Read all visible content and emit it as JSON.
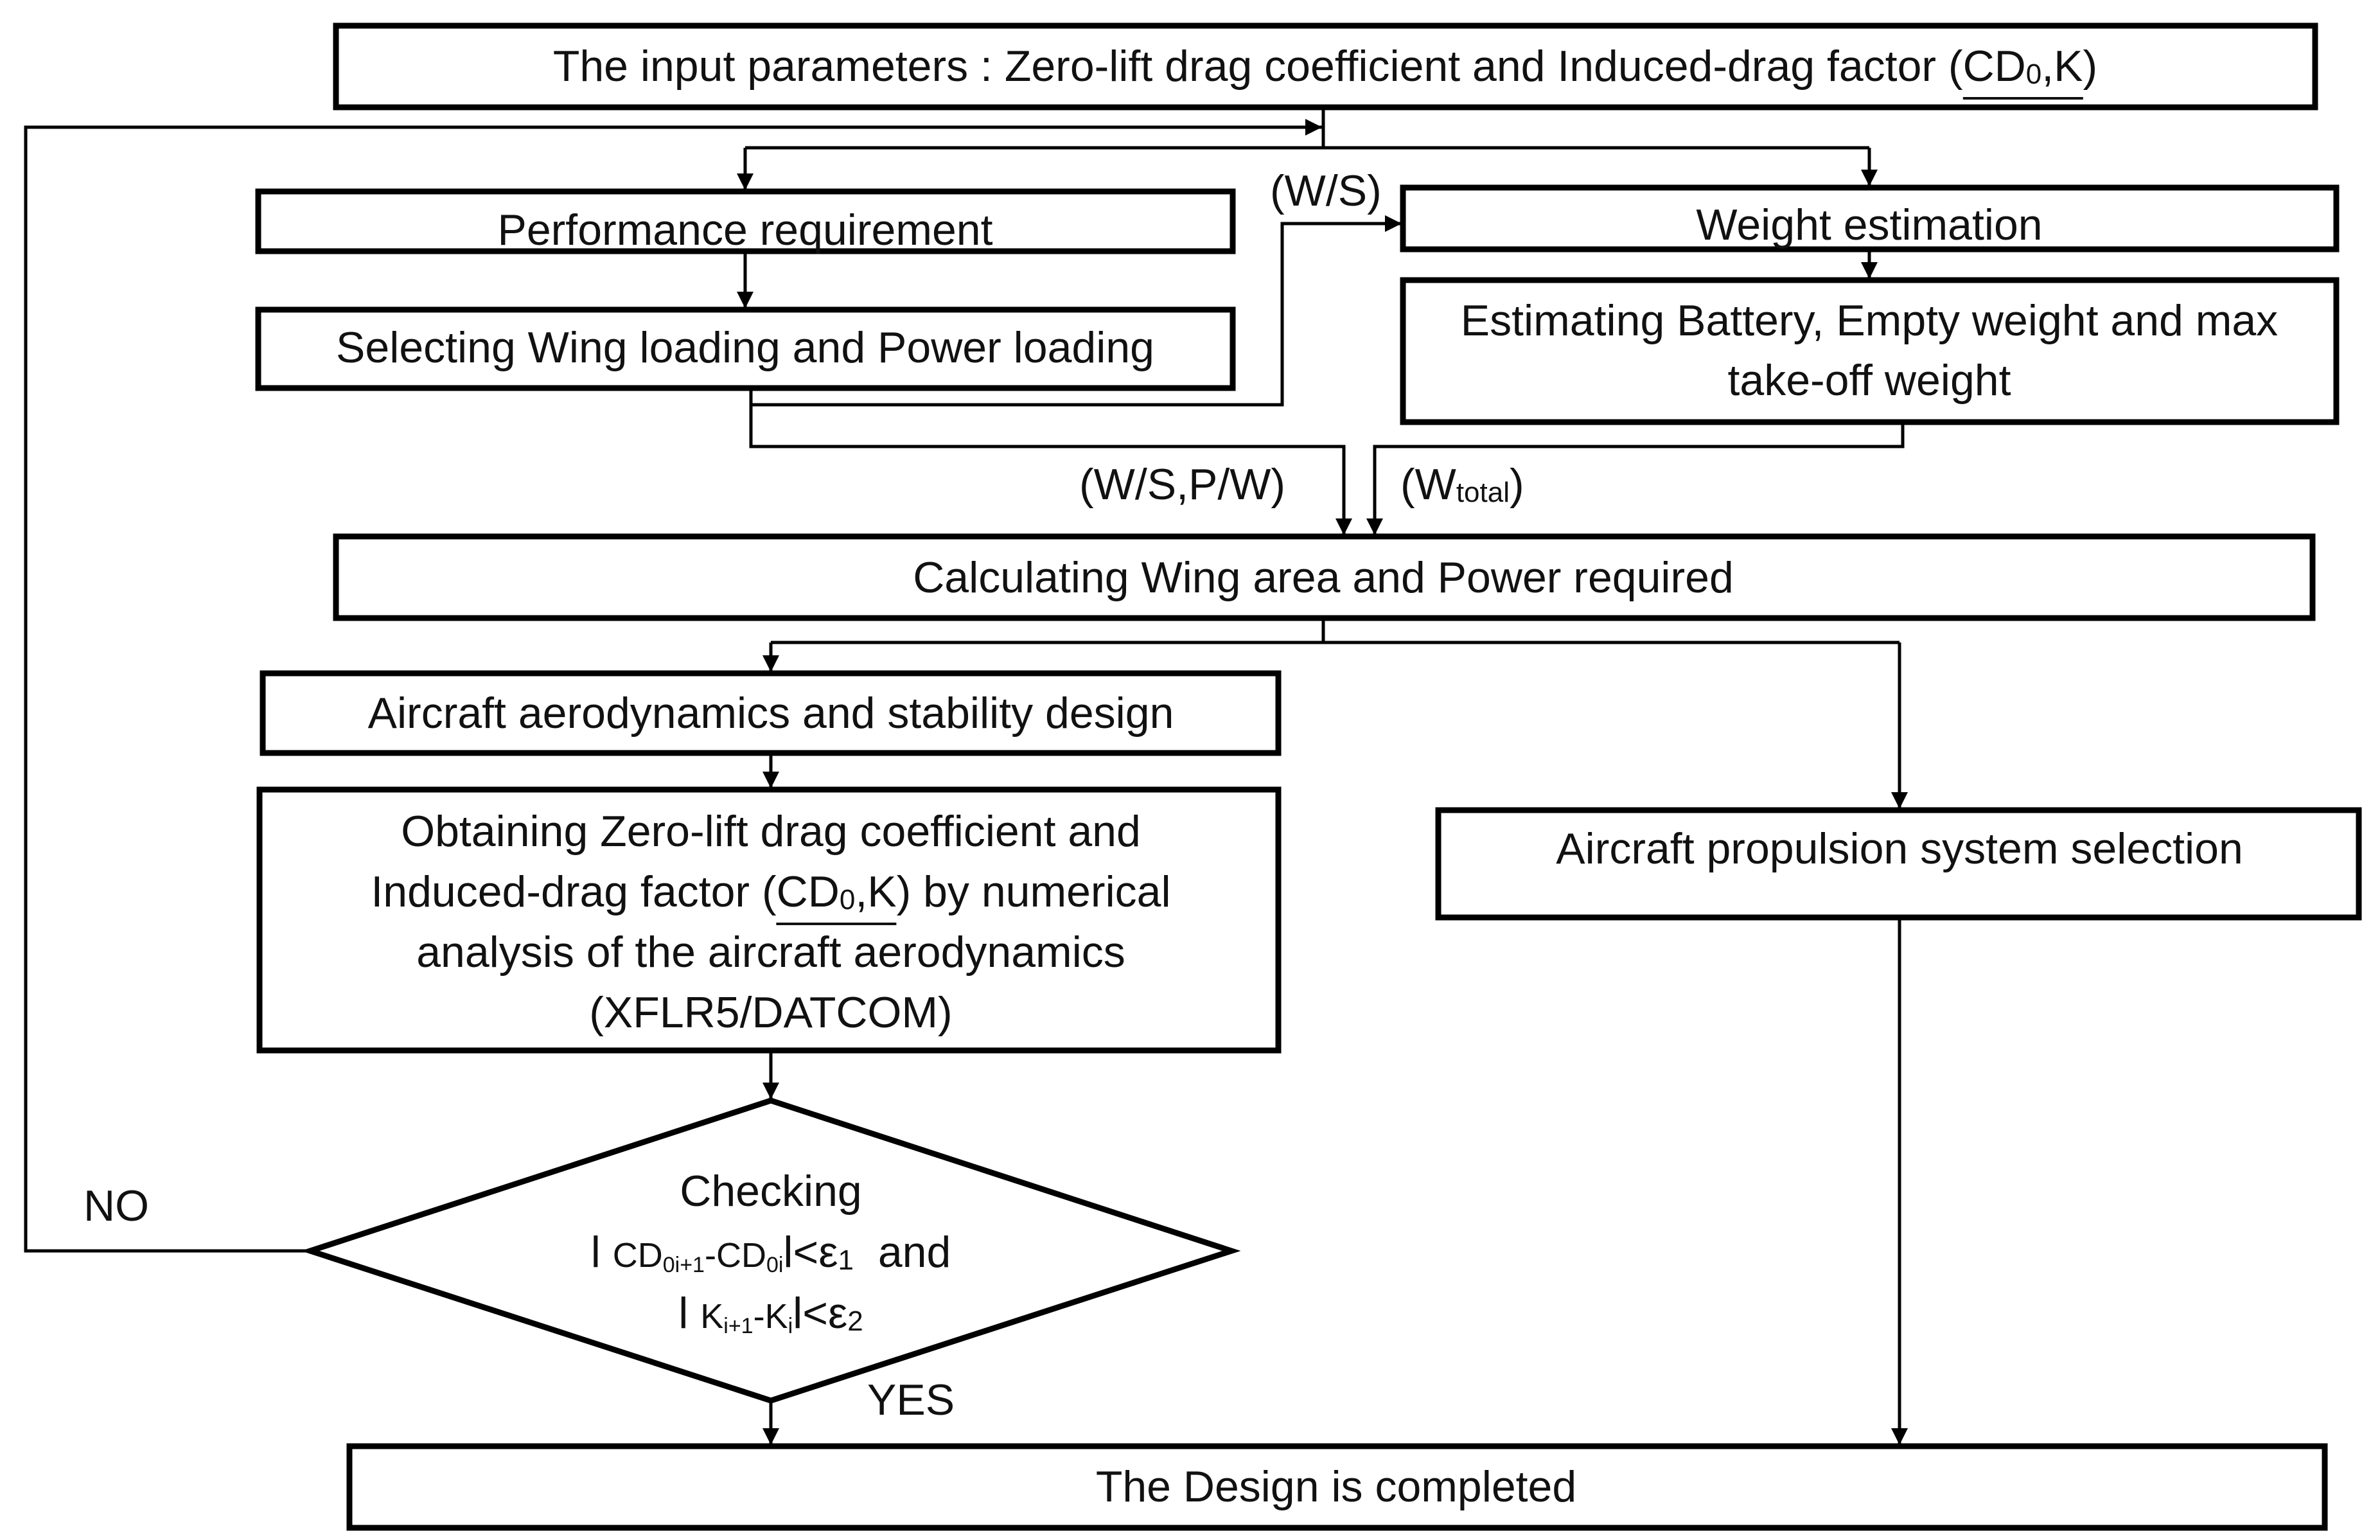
{
  "boxes": {
    "input": {
      "text": "The input parameters : Zero-lift drag coefficient and Induced-drag factor (",
      "sym_cd": "CD",
      "sym_sub": "0",
      "sym_k": ",K",
      "close": ")"
    },
    "performance": "Performance requirement",
    "selecting": "Selecting Wing loading and Power loading",
    "weight": "Weight estimation",
    "estimating_line1": "Estimating Battery, Empty weight and max",
    "estimating_line2": "take-off weight",
    "calculating": "Calculating Wing area and Power required",
    "aero": "Aircraft aerodynamics and stability design",
    "obtaining_line1": "Obtaining Zero-lift drag coefficient and",
    "obtaining_line2_pre": "Induced-drag factor (",
    "obtaining_line2_cd": "CD",
    "obtaining_line2_sub": "0",
    "obtaining_line2_k": ",K",
    "obtaining_line2_post": ") by numerical",
    "obtaining_line3": "analysis of the aircraft aerodynamics",
    "obtaining_line4": "(XFLR5/DATCOM)",
    "propulsion": "Aircraft propulsion system selection",
    "completed": "The Design is completed"
  },
  "decision": {
    "line1": "Checking",
    "l2_bar": "l",
    "l2_cd1": "CD",
    "l2_sub1": "0i+1",
    "l2_dash": "-CD",
    "l2_sub2": "0i",
    "l2_end": "l<ε",
    "l2_eps_sub": "1",
    "l2_and": "  and",
    "l3_bar": "l",
    "l3_k1": "K",
    "l3_sub1": "i+1",
    "l3_dash": "-K",
    "l3_sub2": "i",
    "l3_end": "l<ε",
    "l3_eps_sub": "2"
  },
  "edge_labels": {
    "ws": "(W/S)",
    "wspw": "(W/S,P/W)",
    "wtotal_pre": "(W",
    "wtotal_sub": "total",
    "wtotal_post": ")",
    "no": "NO",
    "yes": "YES"
  },
  "colors": {
    "stroke": "#000000",
    "text": "#111111",
    "background": "#ffffff"
  }
}
